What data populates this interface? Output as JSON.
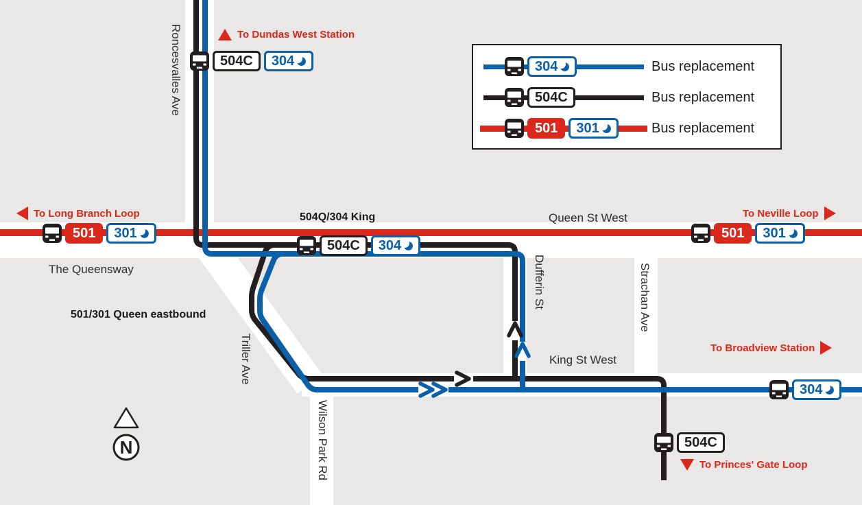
{
  "colors": {
    "background": "#e9e8e6",
    "route_red": "#da291c",
    "route_black": "#231f20",
    "route_blue": "#0a60a9",
    "street_white": "#ffffff"
  },
  "directions": {
    "dundas_west": "To Dundas West Station",
    "long_branch": "To Long Branch Loop",
    "neville": "To Neville Loop",
    "broadview": "To Broadview Station",
    "princes_gate": "To Princes' Gate Loop"
  },
  "streets": {
    "roncesvalles": "Roncesvalles Ave",
    "queen": "Queen St West",
    "queensway": "The Queensway",
    "triller": "Triller Ave",
    "wilson_park": "Wilson Park Rd",
    "dufferin": "Dufferin St",
    "strachan": "Strachan Ave",
    "king": "King St West"
  },
  "route_labels": {
    "king_diversion": "504Q/304 King",
    "queen_eastbound": "501/301 Queen eastbound"
  },
  "stops": {
    "roncesvalles": {
      "day": "504C",
      "night": "304"
    },
    "queen_king": {
      "day": "504C",
      "night": "304"
    },
    "queen_west": {
      "red": "501",
      "night": "301"
    },
    "queen_east": {
      "red": "501",
      "night": "301"
    },
    "king_east": {
      "night": "304"
    },
    "strachan": {
      "day": "504C"
    }
  },
  "legend": {
    "rows": [
      {
        "route_night": "304",
        "text": "Bus replacement"
      },
      {
        "route_day": "504C",
        "text": "Bus replacement"
      },
      {
        "route_red": "501",
        "route_night": "301",
        "text": "Bus replacement"
      }
    ]
  },
  "compass": {
    "north": "N"
  }
}
